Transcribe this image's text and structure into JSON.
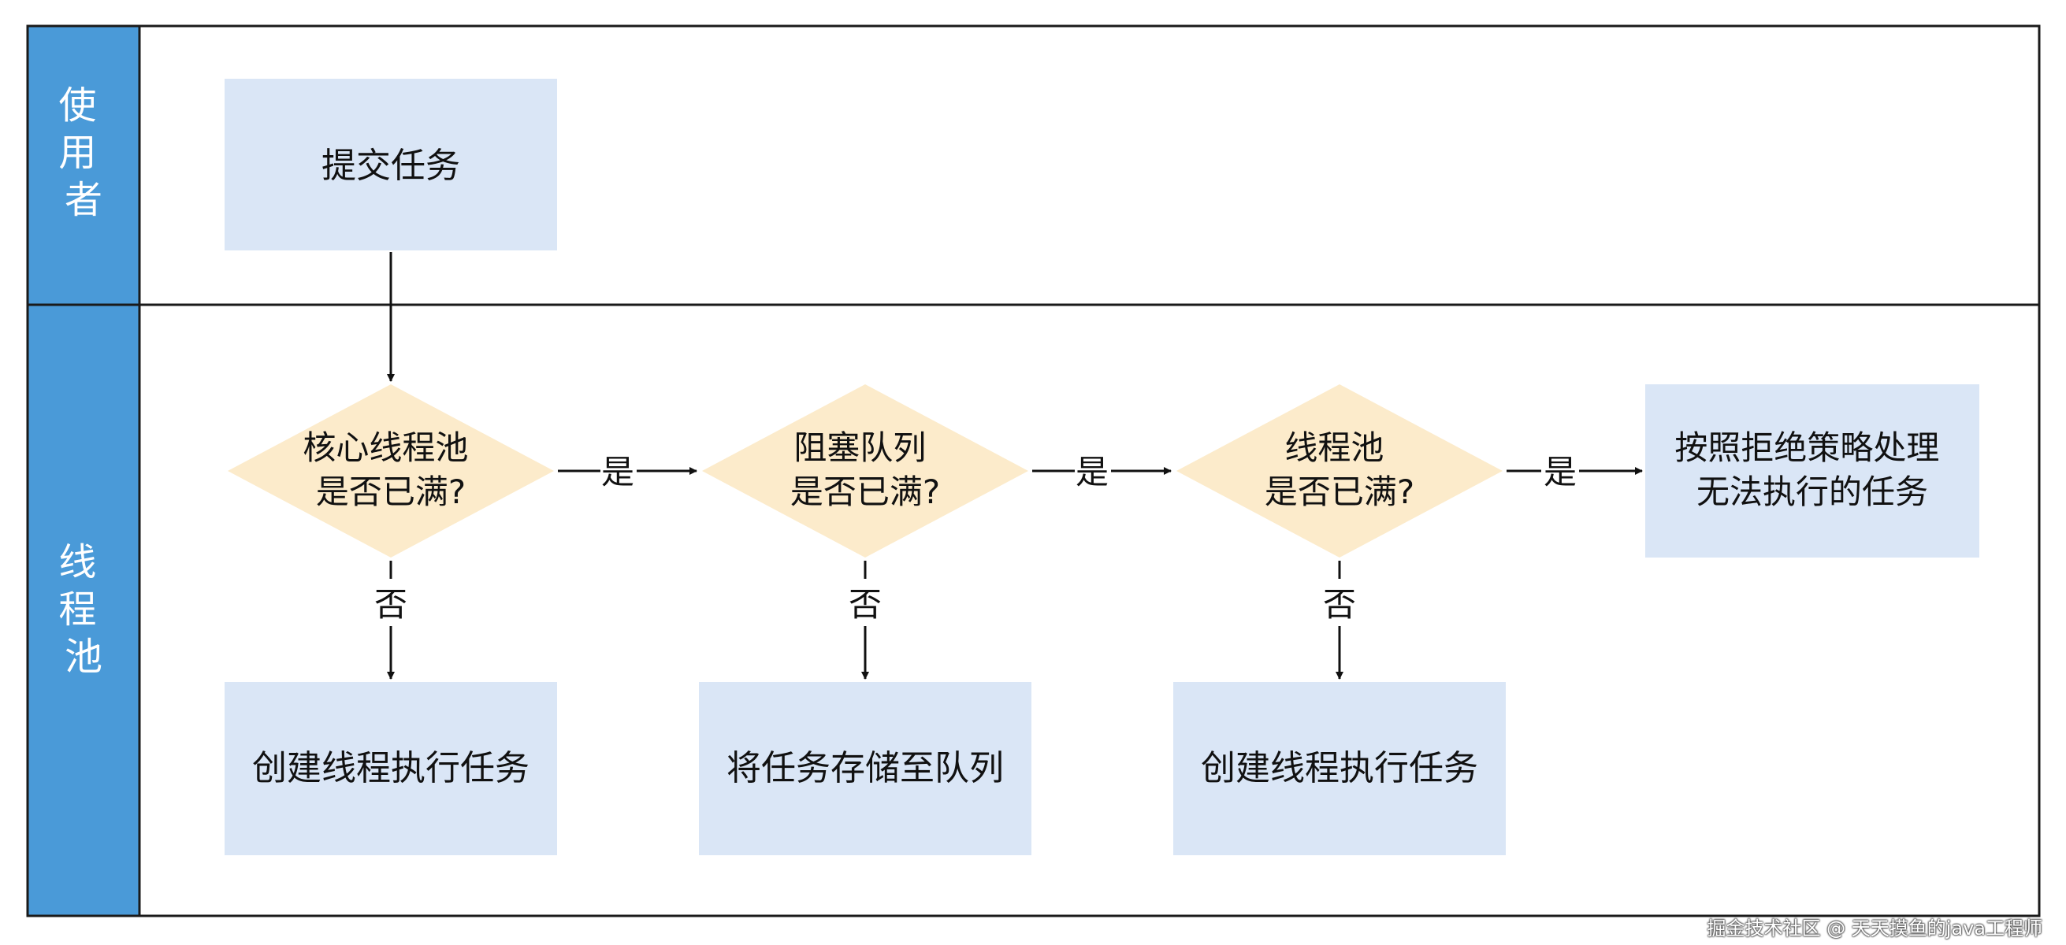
{
  "colors": {
    "lane_header": "#4a9ad8",
    "process_fill": "#dae6f6",
    "decision_fill": "#fcebcb",
    "border": "#1a1a1a",
    "text": "#111111"
  },
  "lanes": [
    {
      "label": "使用者"
    },
    {
      "label": "线程池"
    }
  ],
  "nodes": {
    "submit": {
      "label": "提交任务"
    },
    "d1": {
      "line1": "核心线程池",
      "line2": "是否已满?"
    },
    "d2": {
      "line1": "阻塞队列",
      "line2": "是否已满?"
    },
    "d3": {
      "line1": "线程池",
      "line2": "是否已满?"
    },
    "reject": {
      "line1": "按照拒绝策略处理",
      "line2": "无法执行的任务"
    },
    "p1": {
      "label": "创建线程执行任务"
    },
    "p2": {
      "label": "将任务存储至队列"
    },
    "p3": {
      "label": "创建线程执行任务"
    }
  },
  "edge_labels": {
    "yes": "是",
    "no": "否"
  },
  "watermark": "掘金技术社区 @ 天天摸鱼的java工程师"
}
